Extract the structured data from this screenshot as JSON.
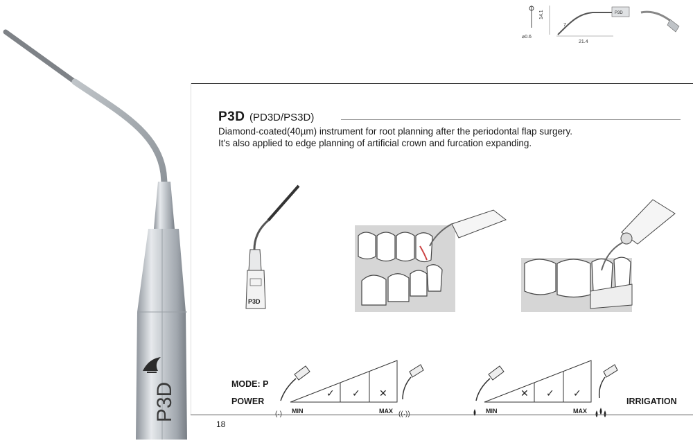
{
  "header": {
    "product_code": "P3D",
    "variants": "(PD3D/PS3D)"
  },
  "description": {
    "line1": "Diamond-coated(40µm) instrument for root planning after the periodontal flap surgery.",
    "line2": "It's also applied to edge planning of artificial crown and furcation expanding."
  },
  "dimensions": {
    "diameter": "⌀0.6",
    "height": "14.1",
    "offset": "7",
    "length": "21.4",
    "tip_label": "P3D"
  },
  "tip_drawing": {
    "label": "P3D"
  },
  "tip_photo": {
    "engraving": "P3D"
  },
  "settings": {
    "mode_label": "MODE: P",
    "power_label": "POWER",
    "irrigation_label": "IRRIGATION",
    "power": {
      "min_label": "MIN",
      "max_label": "MAX",
      "levels": [
        "✓",
        "✓",
        "✕"
      ]
    },
    "water": {
      "min_label": "MIN",
      "max_label": "MAX",
      "levels": [
        "✕",
        "✓",
        "✓"
      ]
    }
  },
  "footer": {
    "page_number": "18"
  },
  "colors": {
    "steel": "#b9bec4",
    "diamond": "#8c8f93",
    "text": "#1a1a1a"
  }
}
